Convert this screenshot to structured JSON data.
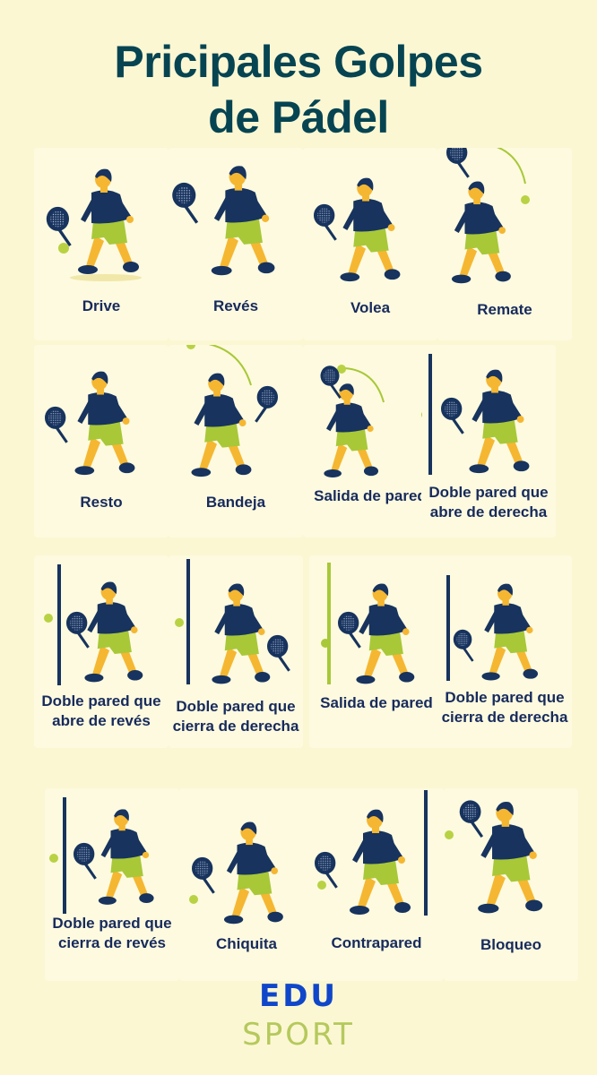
{
  "title": {
    "line1": "Pricipales Golpes",
    "line2": "de Pádel"
  },
  "colors": {
    "background": "#fbf7d3",
    "title": "#064452",
    "label": "#172a5c",
    "shirt": "#17335e",
    "shorts": "#a8c838",
    "skin": "#f5b731",
    "ball": "#b8d244",
    "logo_edu": "#1046c9",
    "logo_sport": "#b5c95c"
  },
  "strokes": [
    {
      "label": "Drive",
      "icon": "player-drive-icon"
    },
    {
      "label": "Revés",
      "icon": "player-reves-icon"
    },
    {
      "label": "Volea",
      "icon": "player-volea-icon"
    },
    {
      "label": "Remate",
      "icon": "player-remate-icon"
    },
    {
      "label": "Resto",
      "icon": "player-resto-icon"
    },
    {
      "label": "Bandeja",
      "icon": "player-bandeja-icon"
    },
    {
      "label": "Salida de pared",
      "icon": "player-salida-de-pared-icon"
    },
    {
      "label": "Doble pared que abre de derecha",
      "icon": "player-doble-pared-abre-derecha-icon"
    },
    {
      "label": "Doble pared que abre de revés",
      "icon": "player-doble-pared-abre-reves-icon"
    },
    {
      "label": "Doble pared que cierra de derecha",
      "icon": "player-doble-pared-cierra-derecha-icon"
    },
    {
      "label": "Salida de pared",
      "icon": "player-salida-de-pared-icon"
    },
    {
      "label": "Doble pared que cierra de derecha",
      "icon": "player-doble-pared-cierra-derecha-icon"
    },
    {
      "label": "Doble pared que cierra de revés",
      "icon": "player-doble-pared-cierra-reves-icon"
    },
    {
      "label": "Chiquita",
      "icon": "player-chiquita-icon"
    },
    {
      "label": "Contrapared",
      "icon": "player-contrapared-icon"
    },
    {
      "label": "Bloqueo",
      "icon": "player-bloqueo-icon"
    }
  ],
  "logo": {
    "line1": "EDU",
    "line2": "SPORT"
  }
}
